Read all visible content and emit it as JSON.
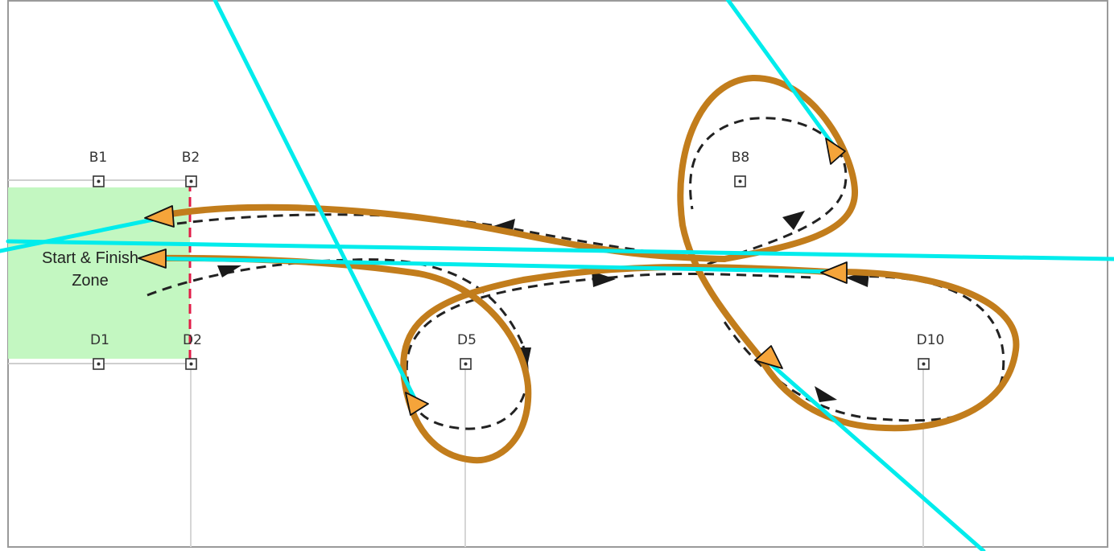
{
  "zone": {
    "line1": "Start & Finish",
    "line2": "Zone",
    "color": "#c3f7c1"
  },
  "markers": [
    "B1",
    "B2",
    "B8",
    "D1",
    "D2",
    "D5",
    "D10"
  ],
  "colors": {
    "flight_path": "#c27d1c",
    "reference_path": "#222222",
    "arrowhead": "#f5a43a",
    "view_lines": "#00ecec",
    "boundary": "#e11d48"
  }
}
